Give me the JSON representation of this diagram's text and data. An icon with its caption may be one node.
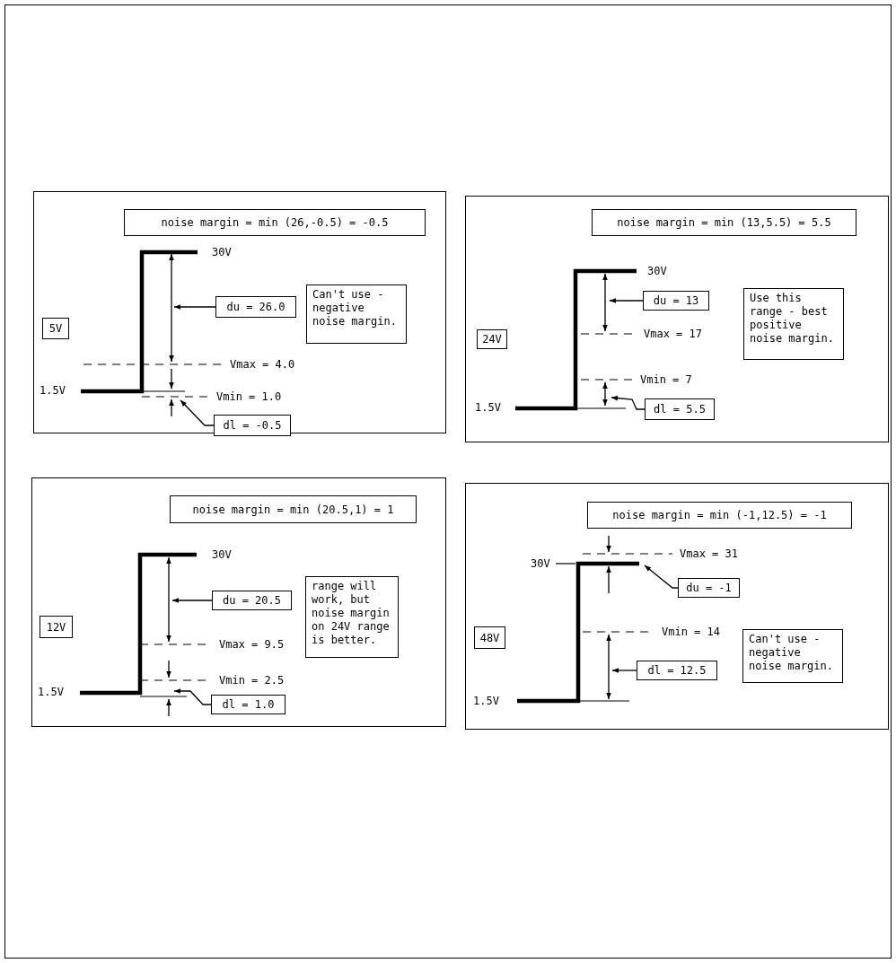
{
  "diagram": {
    "nodes": [
      {
        "text": [],
        "shape": "box"
      },
      {
        "text": [
          "noise margin = min (26,-0.5) = -0.5"
        ],
        "in": 0
      },
      {
        "text": [
          "5V"
        ],
        "in": 0
      },
      {
        "text": [
          "du = 26.0"
        ],
        "in": 0
      },
      {
        "text": [
          "Can't use - negative noise margin."
        ],
        "in": 0
      },
      {
        "text": [
          "dl = -0.5"
        ],
        "in": 0
      },
      {
        "text": [],
        "shape": "box"
      },
      {
        "text": [
          "noise margin = min (13,5.5) = 5.5"
        ],
        "in": 6
      },
      {
        "text": [
          "24V"
        ],
        "in": 6
      },
      {
        "text": [
          "du = 13"
        ],
        "in": 6
      },
      {
        "text": [
          "Use this range - best positive noise margin."
        ],
        "in": 6
      },
      {
        "text": [
          "dl = 5.5"
        ],
        "in": 6
      },
      {
        "text": [],
        "shape": "box"
      },
      {
        "text": [
          "noise margin = min (20.5,1) = 1"
        ],
        "in": 12
      },
      {
        "text": [
          "12V"
        ],
        "in": 12
      },
      {
        "text": [
          "du = 20.5"
        ],
        "in": 12
      },
      {
        "text": [
          "range will work, but noise margin on 24V range is better."
        ],
        "in": 12
      },
      {
        "text": [
          "dl = 1.0"
        ],
        "in": 12
      },
      {
        "text": [],
        "shape": "box"
      },
      {
        "text": [
          "noise margin = min (-1,12.5) = -1"
        ],
        "in": 18
      },
      {
        "text": [
          "48V"
        ],
        "in": 18
      },
      {
        "text": [
          "du = -1"
        ],
        "in": 18
      },
      {
        "text": [
          "Can't use - negative noise margin."
        ],
        "in": 18
      },
      {
        "text": [
          "dl = 12.5"
        ],
        "in": 18
      }
    ],
    "edges": [
      {
        "from": 3,
        "to": null,
        "arrow": "to"
      },
      {
        "from": 5,
        "to": null,
        "arrow": "to"
      },
      {
        "from": 9,
        "to": null,
        "arrow": "to"
      },
      {
        "from": 11,
        "to": null,
        "arrow": "to"
      },
      {
        "from": 15,
        "to": null,
        "arrow": "to"
      },
      {
        "from": 17,
        "to": null,
        "arrow": "to"
      },
      {
        "from": 21,
        "to": null,
        "arrow": "to"
      },
      {
        "from": 23,
        "to": null,
        "arrow": "to"
      }
    ],
    "labels": [
      "30V",
      "Vmax = 4.0",
      "Vmin = 1.0",
      "1.5V",
      "30V",
      "Vmax = 17",
      "Vmin = 7",
      "1.5V",
      "30V",
      "Vmax = 9.5",
      "Vmin = 2.5",
      "1.5V",
      "Vmax = 31",
      "30V",
      "Vmin = 14",
      "1.5V"
    ]
  }
}
